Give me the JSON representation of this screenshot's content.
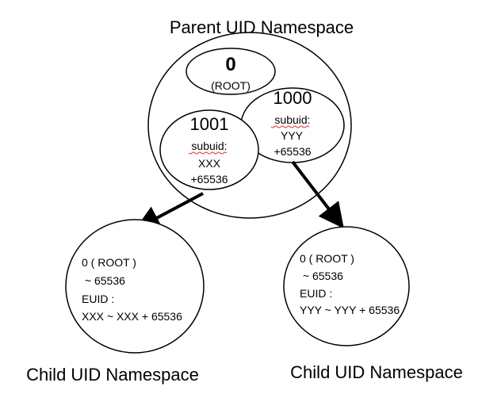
{
  "parent": {
    "title": "Parent UID Namespace",
    "root": {
      "uid": "0",
      "label": "(ROOT)"
    },
    "user_1000": {
      "uid": "1000",
      "subuid_label": "subuid:",
      "range_start": "YYY",
      "range_size": "+65536"
    },
    "user_1001": {
      "uid": "1001",
      "subuid_label": "subuid:",
      "range_start": "XXX",
      "range_size": "+65536"
    }
  },
  "children": [
    {
      "title": "Child UID Namespace",
      "lines": [
        "0 ( ROOT )",
        " ~ 65536",
        "EUID :",
        "XXX ~ XXX + 65536"
      ]
    },
    {
      "title": "Child UID Namespace",
      "lines": [
        "0 ( ROOT )",
        " ~ 65536",
        "EUID :",
        "YYY ~ YYY + 65536"
      ]
    }
  ],
  "colors": {
    "stroke": "#000000",
    "fill": "#ffffff",
    "spellcheck_underline": "#e03030"
  }
}
